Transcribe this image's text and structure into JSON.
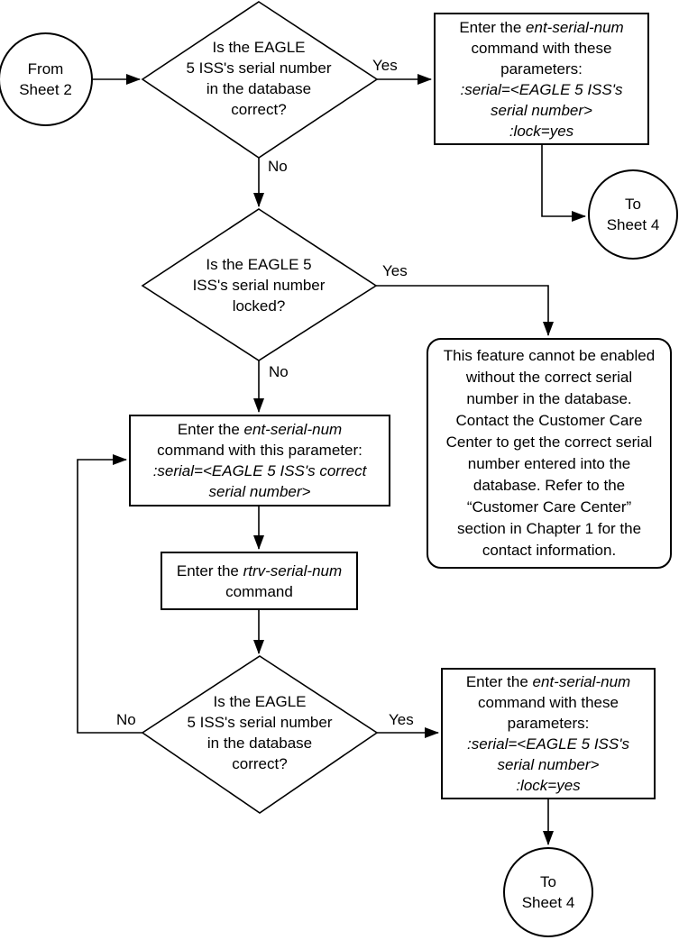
{
  "colors": {
    "background": "#ffffff",
    "line": "#000000",
    "text": "#000000"
  },
  "nodes": {
    "from_sheet_2": {
      "type": "connector-circle",
      "lines": [
        "From",
        "Sheet 2"
      ]
    },
    "decision_top": {
      "type": "decision",
      "lines": [
        "Is the EAGLE",
        "5 ISS's serial number",
        "in the database",
        "correct?"
      ]
    },
    "box_ent_serial_lock_top": {
      "type": "process",
      "line1_normal": "Enter the ",
      "line1_italic": "ent-serial-num",
      "line2": "command with these",
      "line3": "parameters:",
      "line4": ":serial=<EAGLE 5 ISS's",
      "line5": "serial number>",
      "line6": ":lock=yes"
    },
    "to_sheet_4_top": {
      "type": "connector-circle",
      "lines": [
        "To",
        "Sheet 4"
      ]
    },
    "decision_locked": {
      "type": "decision",
      "lines": [
        "Is the EAGLE 5",
        "ISS's serial number",
        "locked?"
      ]
    },
    "note_customer_care": {
      "type": "note",
      "lines": [
        "This feature cannot be enabled",
        "without the correct serial",
        "number in the database.",
        "Contact the Customer Care",
        "Center to get the correct serial",
        "number entered into the",
        "database. Refer to the",
        "“Customer Care Center”",
        "section in Chapter 1 for the",
        "contact information."
      ]
    },
    "box_ent_serial_correct": {
      "type": "process",
      "line1_normal": "Enter the ",
      "line1_italic": "ent-serial-num",
      "line2": "command with this parameter:",
      "line3": ":serial=<EAGLE 5 ISS's correct",
      "line4": "serial number>"
    },
    "box_rtrv_serial": {
      "type": "process",
      "line1_normal": "Enter the ",
      "line1_italic": "rtrv-serial-num",
      "line2": "command"
    },
    "decision_bottom": {
      "type": "decision",
      "lines": [
        "Is the EAGLE",
        "5 ISS's serial number",
        "in the database",
        "correct?"
      ]
    },
    "box_ent_serial_lock_bottom": {
      "type": "process",
      "line1_normal": "Enter the ",
      "line1_italic": "ent-serial-num",
      "line2": "command with these",
      "line3": "parameters:",
      "line4": ":serial=<EAGLE 5 ISS's",
      "line5": "serial number>",
      "line6": ":lock=yes"
    },
    "to_sheet_4_bottom": {
      "type": "connector-circle",
      "lines": [
        "To",
        "Sheet 4"
      ]
    }
  },
  "edge_labels": {
    "decision_top_yes": "Yes",
    "decision_top_no": "No",
    "decision_locked_yes": "Yes",
    "decision_locked_no": "No",
    "decision_bottom_yes": "Yes",
    "decision_bottom_no": "No"
  }
}
